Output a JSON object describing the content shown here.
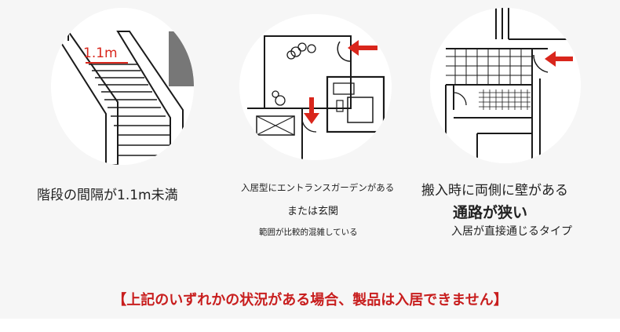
{
  "panels": [
    {
      "id": "stairs",
      "measure_label": "1.1m",
      "caption": "階段の間隔が1.1m未満"
    },
    {
      "id": "entrance",
      "caption_line1": "入居型にエントランスガーデンがある",
      "caption_line2": "または玄関",
      "caption_line3": "範囲が比較的混雑している"
    },
    {
      "id": "corridor",
      "caption_line1": "搬入時に両側に壁がある",
      "caption_line2": "通路が狭い",
      "caption_line3": "入居が直接通じるタイプ"
    }
  ],
  "notice": "【上記のいずれかの状況がある場合、製品は入居できません】",
  "colors": {
    "accent": "#d9261c",
    "notice": "#c81e1e",
    "line": "#1a1a1a"
  }
}
